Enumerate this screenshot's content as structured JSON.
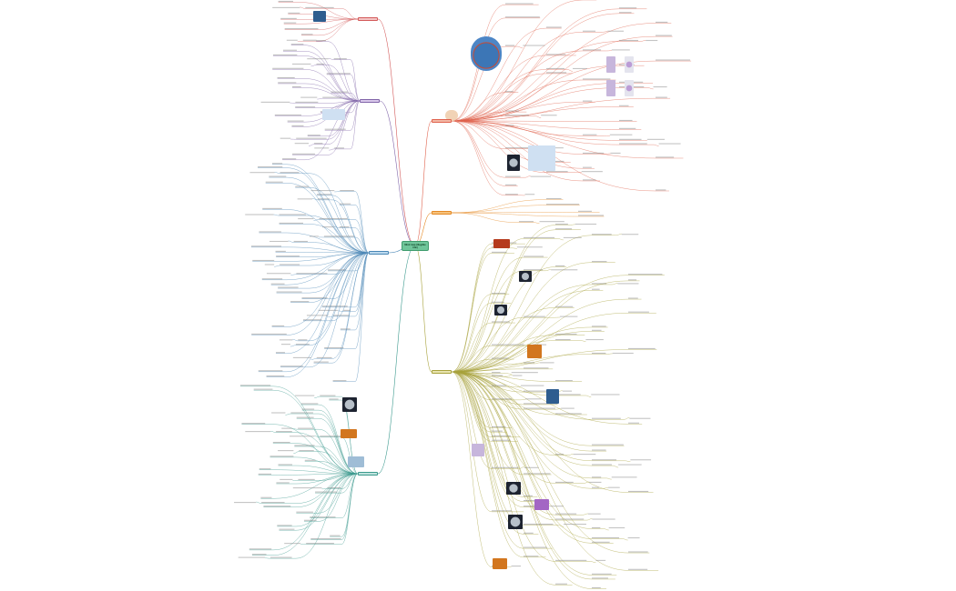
{
  "root": {
    "label": "Mind map (illegible title)",
    "color": "#6fc59a"
  },
  "branches": [
    {
      "id": "upper-right",
      "label": "",
      "color": "#f2b8a6",
      "line": "#e0634e"
    },
    {
      "id": "mid-right-orange",
      "label": "",
      "color": "#f6c27c",
      "line": "#e58a25"
    },
    {
      "id": "lower-right",
      "label": "",
      "color": "#e8e4b0",
      "line": "#a8a23c"
    },
    {
      "id": "upper-left",
      "label": "",
      "color": "#f4c6c6",
      "line": "#d35a5a"
    },
    {
      "id": "mid-left-purple",
      "label": "",
      "color": "#d9c8ea",
      "line": "#8064a8"
    },
    {
      "id": "left-blue",
      "label": "",
      "color": "#bcd9ee",
      "line": "#4a87b6"
    },
    {
      "id": "lower-left-teal",
      "label": "",
      "color": "#bfe3dd",
      "line": "#3c9a8e"
    }
  ],
  "colors": {
    "background": "#ffffff",
    "text": "#333333",
    "accent_red": "#e0634e",
    "accent_blue": "#4a87b6",
    "accent_olive": "#a8a23c"
  }
}
